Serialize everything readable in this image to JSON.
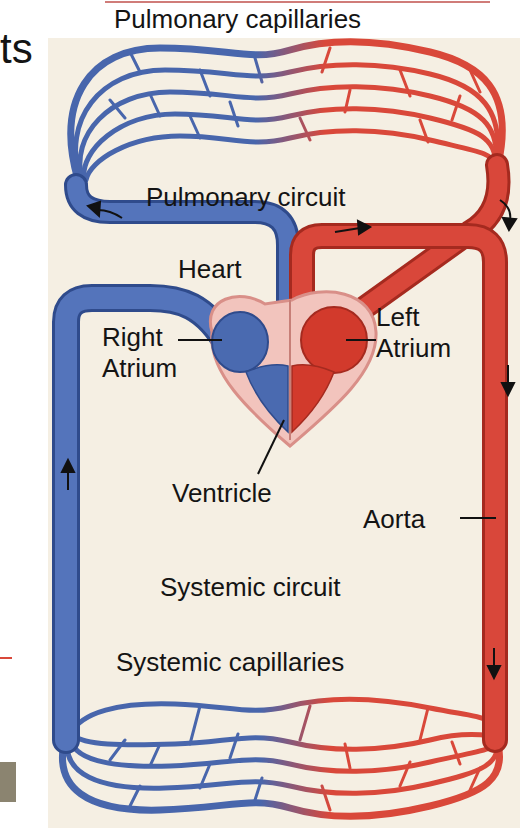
{
  "diagram": {
    "labels": [
      "Pulmonary capillaries",
      "ts",
      "Pulmonary circuit",
      "Heart",
      "Right Atrium",
      "Left Atrium",
      "Ventricle",
      "Aorta",
      "Systemic circuit",
      "Systemic capillaries"
    ]
  }
}
